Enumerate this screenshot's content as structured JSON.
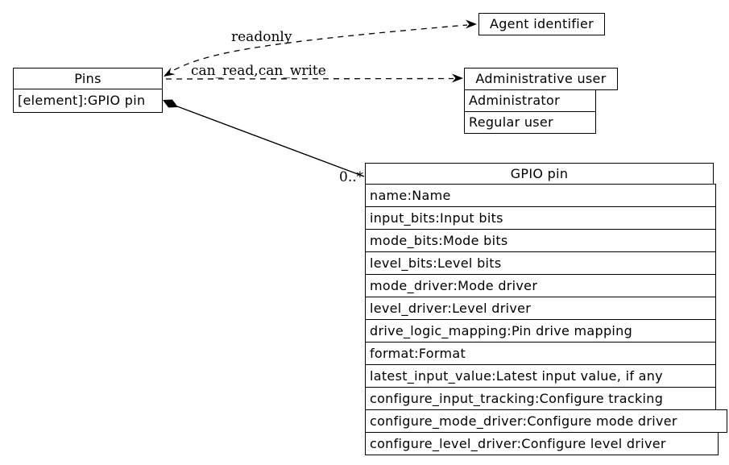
{
  "diagram": {
    "background_color": "#ffffff",
    "line_color": "#000000",
    "nodes": {
      "pins": {
        "title": "Pins",
        "rows": [
          "[element]:GPIO pin"
        ]
      },
      "agent_identifier": {
        "title": "Agent identifier"
      },
      "administrative_user": {
        "title": "Administrative user",
        "rows": [
          "Administrator",
          "Regular user"
        ]
      },
      "gpio_pin": {
        "title": "GPIO pin",
        "rows": [
          "name:Name",
          "input_bits:Input bits",
          "mode_bits:Mode bits",
          "level_bits:Level bits",
          "mode_driver:Mode driver",
          "level_driver:Level driver",
          "drive_logic_mapping:Pin drive mapping",
          "format:Format",
          "latest_input_value:Latest input value, if any",
          "configure_input_tracking:Configure tracking",
          "configure_mode_driver:Configure mode driver",
          "configure_level_driver:Configure level driver"
        ]
      }
    },
    "edges": {
      "readonly": {
        "label": "readonly",
        "style": "dashed",
        "from": "Pins",
        "to": "Agent identifier"
      },
      "can_read_can_write": {
        "label": "can_read,can_write",
        "style": "dashed",
        "from": "Pins",
        "to": "Administrative user"
      },
      "composition": {
        "label": "0..*",
        "style": "solid-diamond",
        "from": "Pins",
        "to": "GPIO pin"
      }
    }
  }
}
